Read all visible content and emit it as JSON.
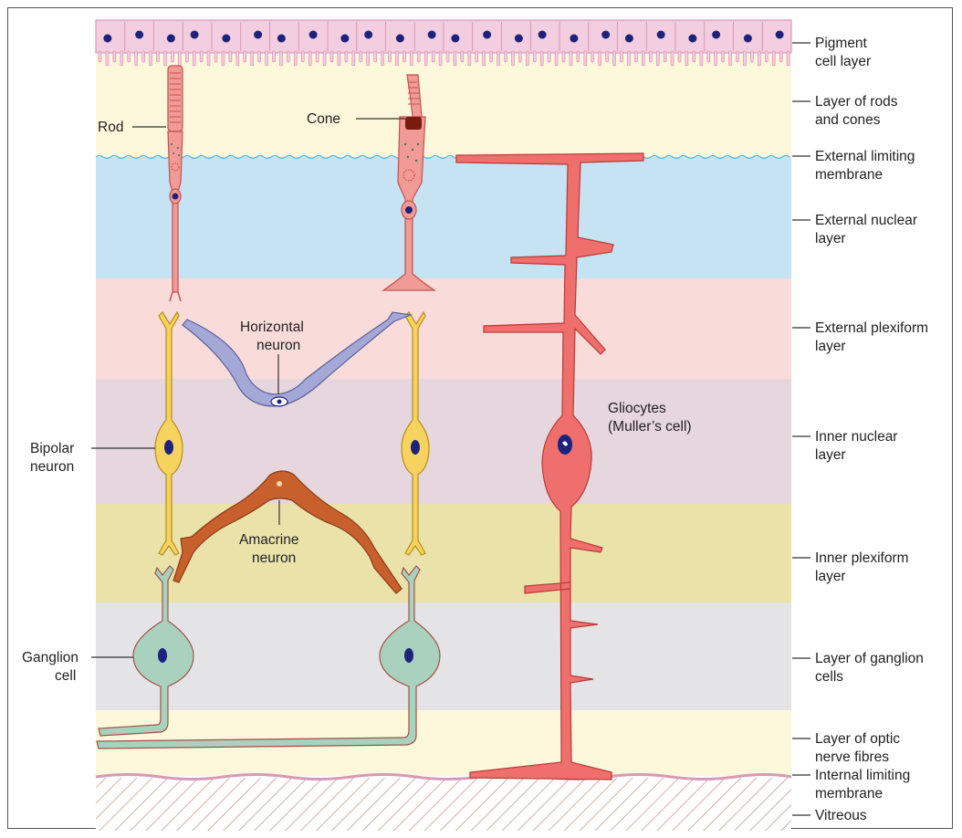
{
  "layers": [
    {
      "id": "pigment",
      "lines": [
        "Pigment",
        "cell layer"
      ],
      "color": "#f3cde0"
    },
    {
      "id": "rods-cones",
      "lines": [
        "Layer of rods",
        "and cones"
      ],
      "color": "#fdf7dc"
    },
    {
      "id": "ext-limiting",
      "lines": [
        "External limiting",
        "membrane"
      ],
      "color": "#4fb8d8"
    },
    {
      "id": "ext-nuclear",
      "lines": [
        "External nuclear",
        "layer"
      ],
      "color": "#c5e3f3"
    },
    {
      "id": "ext-plexiform",
      "lines": [
        "External plexiform",
        "layer"
      ],
      "color": "#f9dcda"
    },
    {
      "id": "inner-nuclear",
      "lines": [
        "Inner nuclear",
        "layer"
      ],
      "color": "#e6d6de"
    },
    {
      "id": "inner-plexiform",
      "lines": [
        "Inner plexiform",
        "layer"
      ],
      "color": "#ebe2aa"
    },
    {
      "id": "ganglion",
      "lines": [
        "Layer of ganglion",
        "cells"
      ],
      "color": "#e4e4e6"
    },
    {
      "id": "optic",
      "lines": [
        "Layer of optic",
        "nerve fibres"
      ],
      "color": "#fdf7dc"
    },
    {
      "id": "int-limiting",
      "lines": [
        "Internal limiting",
        "membrane"
      ],
      "color": "#d79ab4"
    },
    {
      "id": "vitreous",
      "lines": [
        "Vitreous"
      ],
      "color": "#e0cbc4"
    }
  ],
  "cells": {
    "rod": "Rod",
    "cone": "Cone",
    "horizontal": [
      "Horizontal",
      "neuron"
    ],
    "bipolar": [
      "Bipolar",
      "neuron"
    ],
    "amacrine": [
      "Amacrine",
      "neuron"
    ],
    "ganglion": [
      "Ganglion",
      "cell"
    ],
    "glio": [
      "Gliocytes",
      "(Muller’s cell)"
    ]
  },
  "colors": {
    "rod_cone": "#f29a96",
    "bipolar": "#f6d25f",
    "horizontal": "#a4a8d6",
    "amacrine": "#c8602e",
    "ganglion": "#a9d1bd",
    "muller": "#ee6f6c",
    "nucleus": "#1d237c"
  }
}
